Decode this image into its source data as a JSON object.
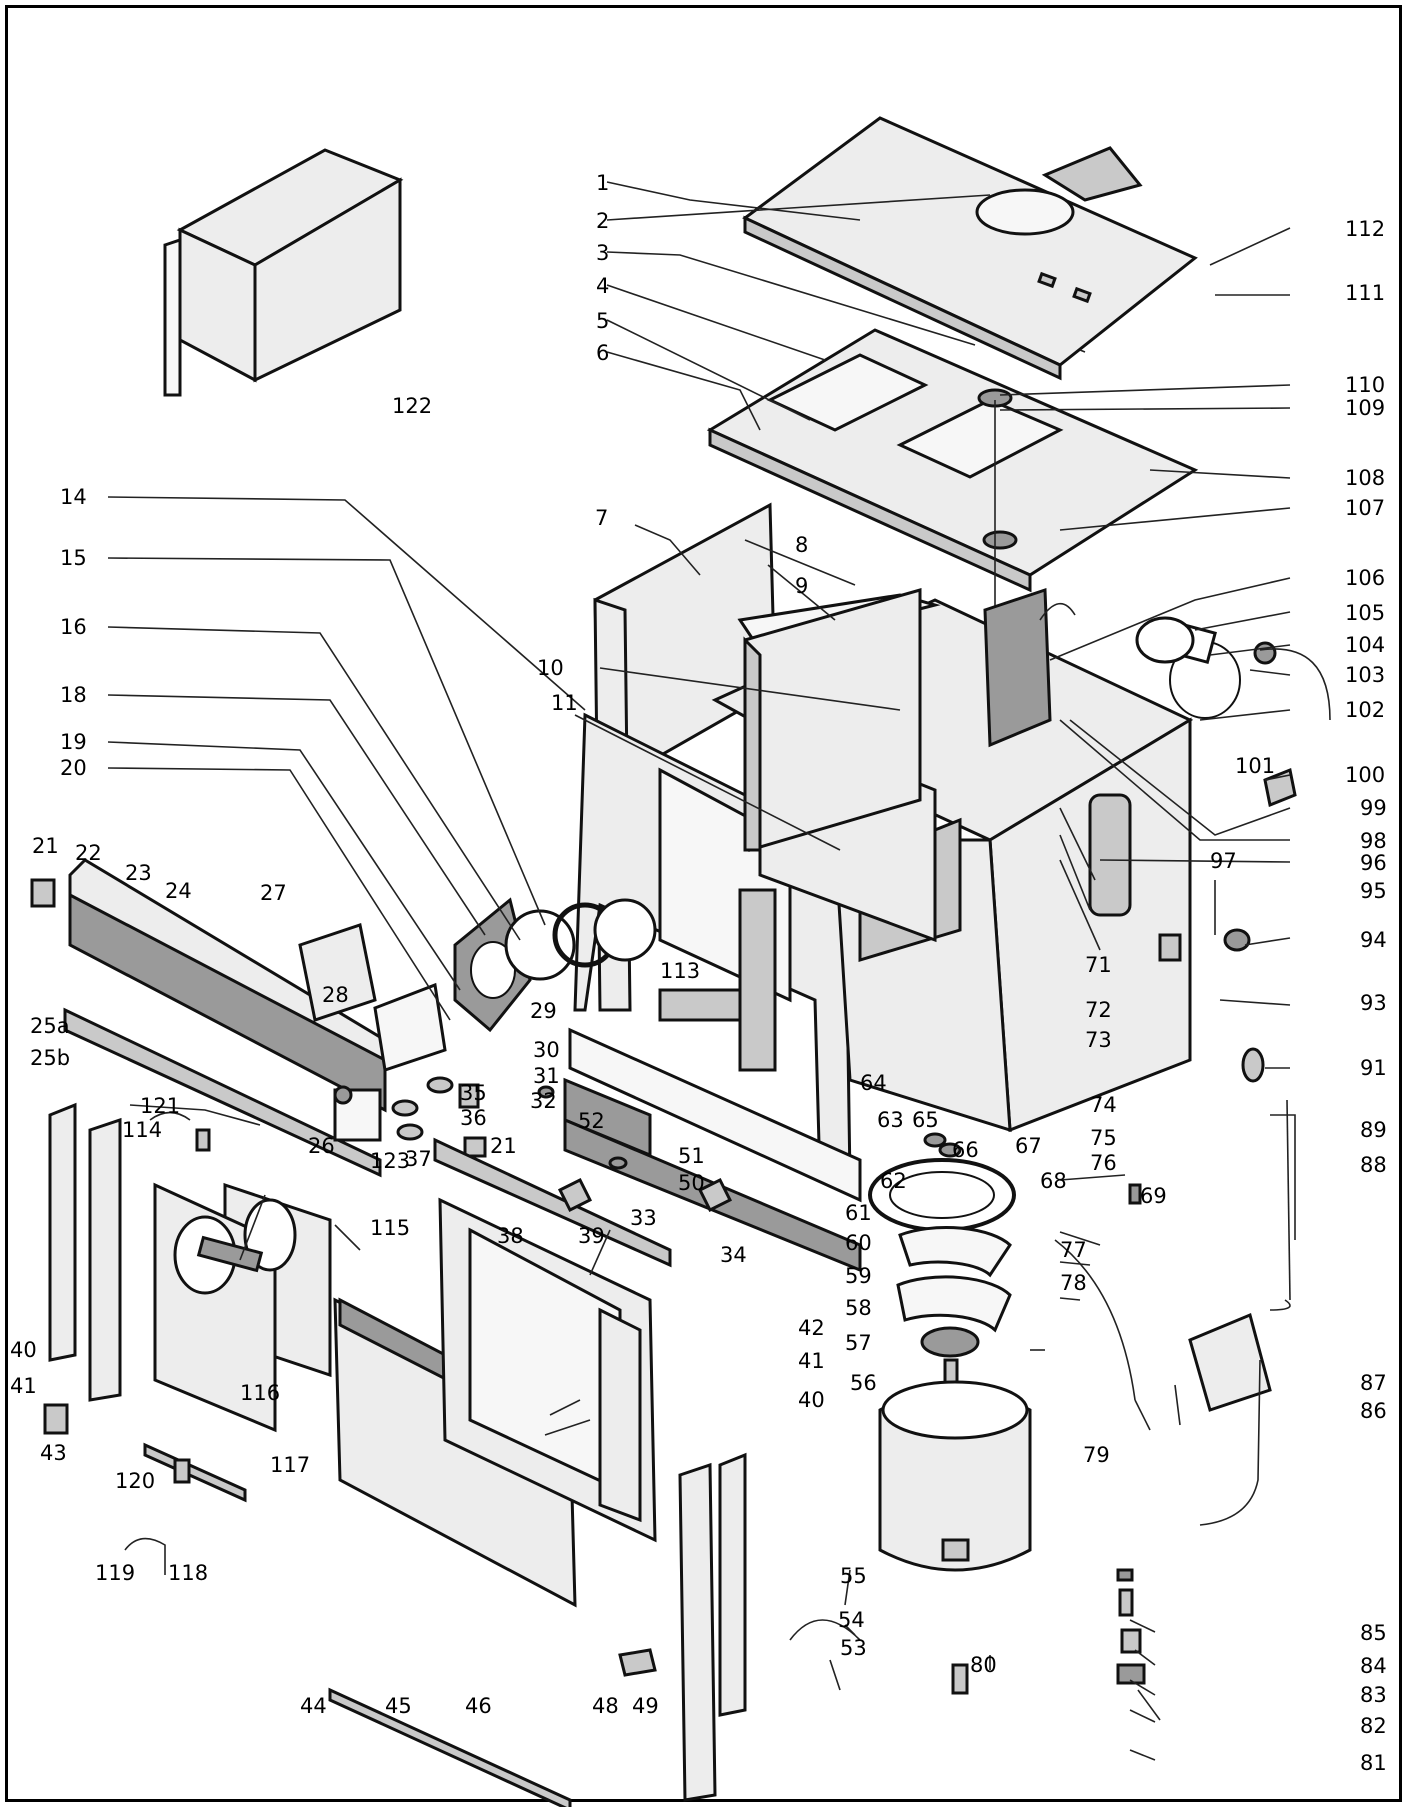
{
  "diagram": {
    "callouts": [
      "1",
      "2",
      "3",
      "4",
      "5",
      "6",
      "7",
      "8",
      "9",
      "10",
      "11",
      "14",
      "15",
      "16",
      "18",
      "19",
      "20",
      "21",
      "22",
      "23",
      "24",
      "25a",
      "25b",
      "26",
      "27",
      "28",
      "29",
      "30",
      "31",
      "32",
      "33",
      "34",
      "35",
      "36",
      "37",
      "21",
      "38",
      "39",
      "40",
      "41",
      "42",
      "41",
      "40",
      "43",
      "44",
      "45",
      "46",
      "48",
      "49",
      "50",
      "51",
      "52",
      "53",
      "54",
      "55",
      "56",
      "57",
      "58",
      "59",
      "60",
      "61",
      "62",
      "63",
      "64",
      "65",
      "66",
      "67",
      "68",
      "69",
      "71",
      "72",
      "73",
      "74",
      "75",
      "76",
      "77",
      "78",
      "79",
      "80",
      "81",
      "82",
      "83",
      "84",
      "85",
      "86",
      "87",
      "88",
      "89",
      "91",
      "93",
      "94",
      "95",
      "96",
      "97",
      "98",
      "99",
      "100",
      "101",
      "102",
      "103",
      "104",
      "105",
      "106",
      "107",
      "108",
      "109",
      "110",
      "111",
      "112",
      "113",
      "114",
      "115",
      "116",
      "117",
      "118",
      "119",
      "120",
      "121",
      "122",
      "123"
    ]
  }
}
